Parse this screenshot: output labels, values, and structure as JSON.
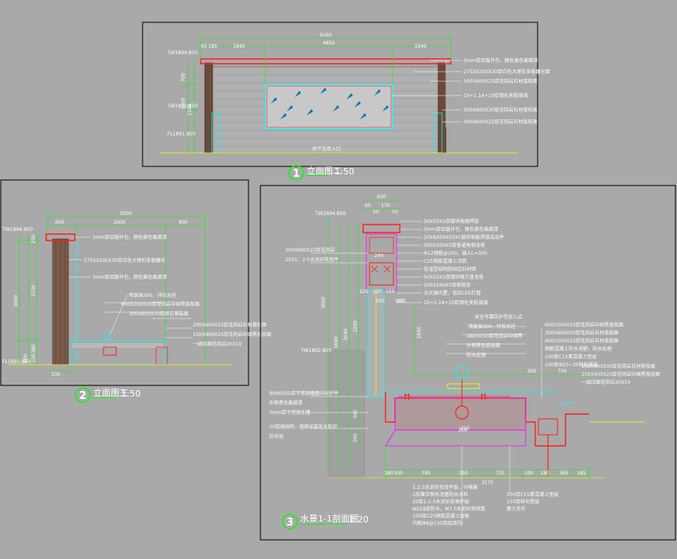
{
  "colors": {
    "background": "#a9a9a9",
    "frame": "#000000",
    "dimension": "#00ff00",
    "wall": "#5a3a2a",
    "cap": "#ff2020",
    "glass": "#00ffff",
    "water_pipe": "#ff00ff",
    "label": "#ffffff",
    "yellow": "#ffff00"
  },
  "drawing1": {
    "number": "1",
    "caption": "立面图二",
    "scale": "1:50",
    "overall_dim": "9160",
    "middle_dim": "4850",
    "left_dim": "1940",
    "right_dim": "1940",
    "small_dims": [
      "65",
      "185"
    ],
    "vertical_dims": [
      "700",
      "1100",
      "1900"
    ],
    "levels": [
      "TW1894.850",
      "TW1892.850",
      "FL1891.850"
    ],
    "bottom_label": "地下车库入口",
    "callouts": [
      "3mm厚铝板外包，颜色黄色氟碳漆",
      "2750X200X30厚白色大理石条板磨光面",
      "300X600X25厚花岗岩石材荔枝面",
      "10+1.14+10厚钢化夹胶玻璃",
      "300X600X30厚花岗岩石材荔枝面",
      "300X600X25厚花岗岩石材荔枝面"
    ]
  },
  "drawing2": {
    "number": "2",
    "caption": "立面图三",
    "scale": "1:50",
    "overall_dim": "3500",
    "dims_top": [
      "600",
      "2000",
      "900"
    ],
    "vertical_dims": [
      "250",
      "2150",
      "3600",
      "380",
      "120",
      "600"
    ],
    "bottom_dim": "330",
    "levels": [
      "TW1894.850",
      "FL1891.850"
    ],
    "callouts": [
      "3mm厚铝板外包，颜色黄色氟碳漆",
      "2750X200X30厚白色大理石条板磨光",
      "3mm厚铝板外包，颜色黄色氟碳漆",
      "喷泉高300，环形水柱",
      "600X200X20厚花岗岩中国黑荔枝面",
      "300X600X10厚卵石铺装面",
      "200X400X25厚花岗岩石材荔枝面",
      "150X400X25厚花岗岩中国黑荔枝面",
      "一级压面花岗岩20X10"
    ]
  },
  "drawing3": {
    "number": "3",
    "caption": "水景1-1剖面图",
    "scale": "1:20",
    "overall_dim": "3175",
    "top_dims": [
      "600",
      "65",
      "50",
      "170",
      "50"
    ],
    "bottom_dims": [
      "180",
      "100",
      "765",
      "350",
      "725",
      "100",
      "180",
      "365",
      "185"
    ],
    "vertical_dims": [
      "3000",
      "1450",
      "1690",
      "2040",
      "2200",
      "300",
      "200"
    ],
    "mid_dims": [
      "240",
      "125",
      "125",
      "150",
      "350",
      "185",
      "250",
      "700",
      "200",
      "175",
      "555"
    ],
    "levels": [
      "TW1894.850",
      "TW1892.850"
    ],
    "callouts_top": [
      "50X50X5厚镀锌角钢焊接",
      "3mm厚铝板外包，颜色黄色氟碳漆",
      "20X8X50X50X5镀锌钢板焊接成品件",
      "300X200X5厚普通角钢龙骨",
      "Φ12钢筋@200，锚入L=300",
      "C25钢筋混凝土浇筑",
      "低温型结构胶固定石材面",
      "50X50X5厚镀锌钢方管龙骨",
      "200X160X5厚钢骨架",
      "点光源内置，低压LED灯管",
      "10+1.14+10厚钢化夹胶玻璃"
    ],
    "callouts_left": [
      "300X600X25厚花岗岩",
      "20X1：2.5水泥砂浆找平",
      "80X60X5厚不锈钢槽做内衬护件",
      "外侧黑色氟碳漆",
      "5mm厚不锈钢水槽",
      "20厚钢结构，墙面安装安全防护",
      "防水层"
    ],
    "callouts_mid": [
      "安全可靠防护型嵌入式",
      "喷泉高300，环形水柱",
      "GB30X50厚花岗岩中国黑",
      "外侧黑色荔枝面",
      "防水处理"
    ],
    "callouts_right": [
      "600X200X10厚花岗岩中国黑荔枝面",
      "300X600X30厚花岗岩石材荔枝面",
      "400X200X25厚花岗岩石材荔枝面",
      "钢筋混凝土防水池壁，防水处理",
      "100厚C15素混凝土垫层",
      "100厚Φ20~30卵石铺装",
      "200X400X30厚花岗岩石材荔枝面",
      "150X400X25厚花岗岩中国黑荔枝面",
      "一级压面花岗岩20X10"
    ],
    "callouts_bottom": [
      "1:2.5水泥砂浆找平层，分格缝",
      "2厚聚合物水泥基防水涂料",
      "20厚1:2.5水泥砂浆保护层",
      "NU18厚防水，M7.5水泥砂浆砌筑",
      "150厚C25钢筋混凝土底板",
      "内配Φ8@150双层双向",
      "100厚C15素混凝土垫层",
      "150厚碎石垫层",
      "素土夯实"
    ]
  }
}
